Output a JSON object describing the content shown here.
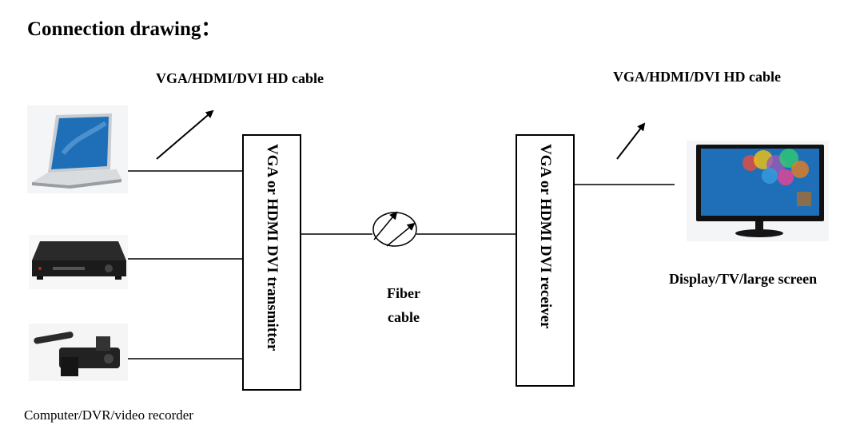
{
  "title": "Connection drawing：",
  "labels": {
    "cable_left": "VGA/HDMI/DVI HD cable",
    "cable_right": "VGA/HDMI/DVI HD cable",
    "transmitter": "VGA or HDMI DVI transmitter",
    "receiver": "VGA or HDMI DVI receiver",
    "fiber_line1": "Fiber",
    "fiber_line2": "cable",
    "sources_caption": "Computer/DVR/video recorder",
    "display_caption": "Display/TV/large screen"
  },
  "devices": {
    "sources": [
      "laptop",
      "dvr",
      "video-camera"
    ],
    "sink": "monitor"
  },
  "colors": {
    "screen_blue": "#1f6fb8",
    "device_black": "#1b1b1b",
    "laptop_silver": "#d9dcdf"
  }
}
